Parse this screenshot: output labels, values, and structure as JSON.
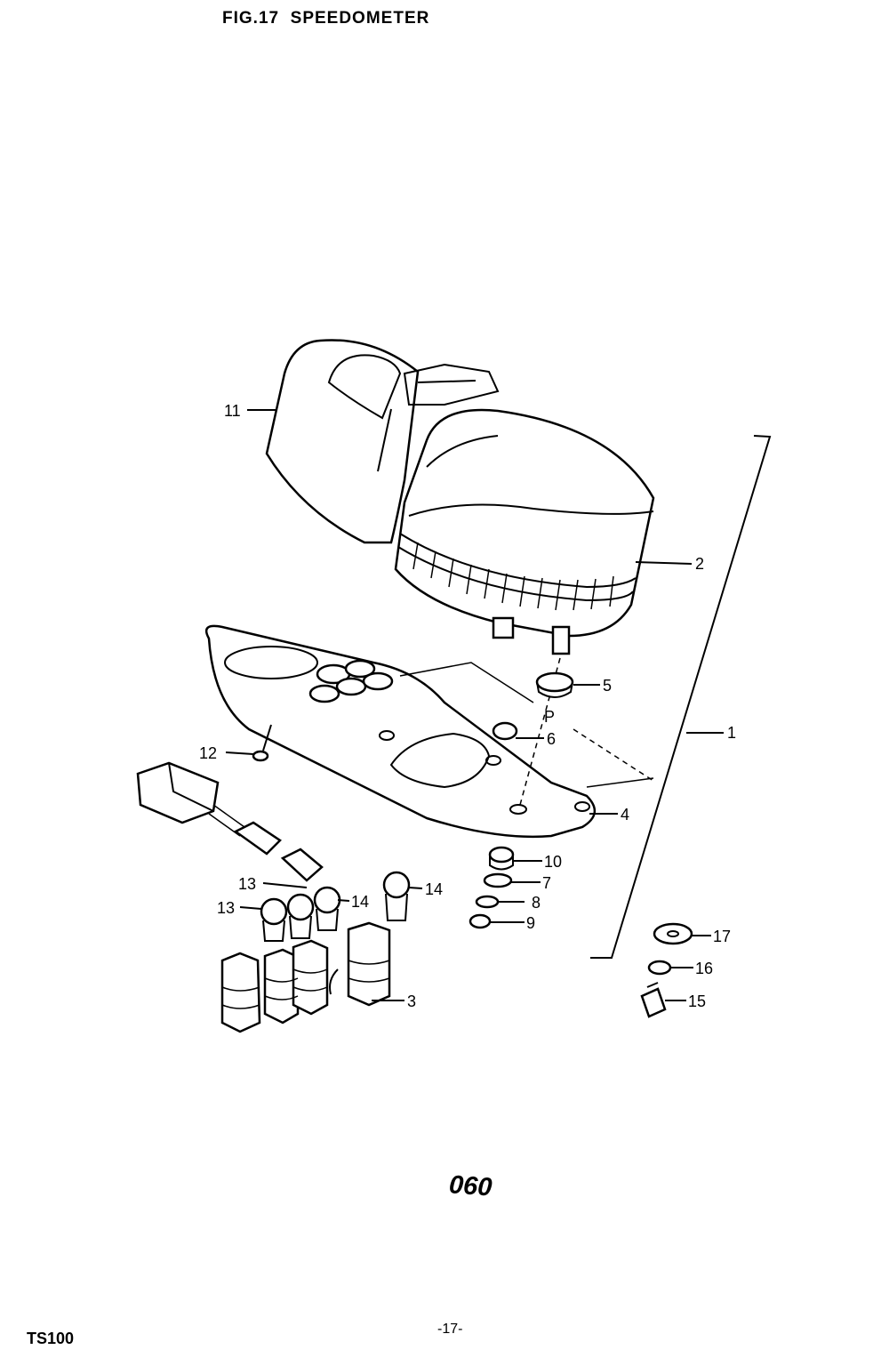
{
  "header": {
    "figure_number": "FIG.17",
    "figure_title": "SPEEDOMETER"
  },
  "diagram": {
    "callouts": [
      "1",
      "2",
      "3",
      "4",
      "5",
      "6",
      "7",
      "8",
      "9",
      "10",
      "11",
      "12",
      "13",
      "13",
      "14",
      "14",
      "15",
      "16",
      "17"
    ],
    "point_marker": "P"
  },
  "page_code": "060",
  "footer": {
    "model": "TS100",
    "page_number": "-17-"
  }
}
